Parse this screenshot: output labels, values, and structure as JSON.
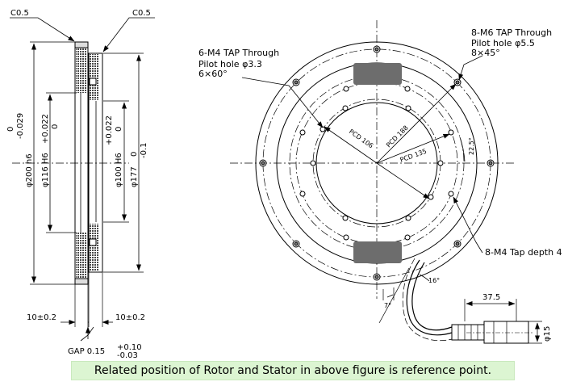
{
  "colors": {
    "line": "#000000",
    "hatch": "#555555",
    "magnet": "#6d6d6d",
    "caption_bg": "#dcf5d2"
  },
  "side_view": {
    "chamfer_left": "C0.5",
    "chamfer_right": "C0.5",
    "dia_200": "φ200 h6",
    "dia_200_tol_upper": "0",
    "dia_200_tol_lower": "-0.029",
    "dia_116": "φ116 H6",
    "dia_116_tol_upper": "+0.022",
    "dia_116_tol_lower": "0",
    "dia_100": "φ100 H6",
    "dia_100_tol_upper": "+0.022",
    "dia_100_tol_lower": "0",
    "dia_177": "φ177",
    "dia_177_tol_upper": "0",
    "dia_177_tol_lower": "-0.1",
    "width_left": "10±0.2",
    "width_right": "10±0.2",
    "gap": "GAP 0.15",
    "gap_tol_upper": "+0.10",
    "gap_tol_lower": "-0.03"
  },
  "front_view": {
    "tap_m4_line1": "6-M4 TAP Through",
    "tap_m4_line2": "Pilot hole φ3.3",
    "tap_m4_line3": "6×60°",
    "tap_m6_line1": "8-M6 TAP Through",
    "tap_m6_line2": "Pilot hole φ5.5",
    "tap_m6_line3": "8×45°",
    "pcd_106": "PCD 106",
    "pcd_188": "PCD 188",
    "pcd_135": "PCD 135",
    "angle_22_5": "22.5°",
    "tap_depth": "8-M4 Tap depth 4",
    "angle_16": "16°",
    "angle_7": "7°",
    "cable_length": "37.5",
    "cable_dia": "φ15"
  },
  "caption": "Related position of Rotor and Stator in above figure is reference point."
}
